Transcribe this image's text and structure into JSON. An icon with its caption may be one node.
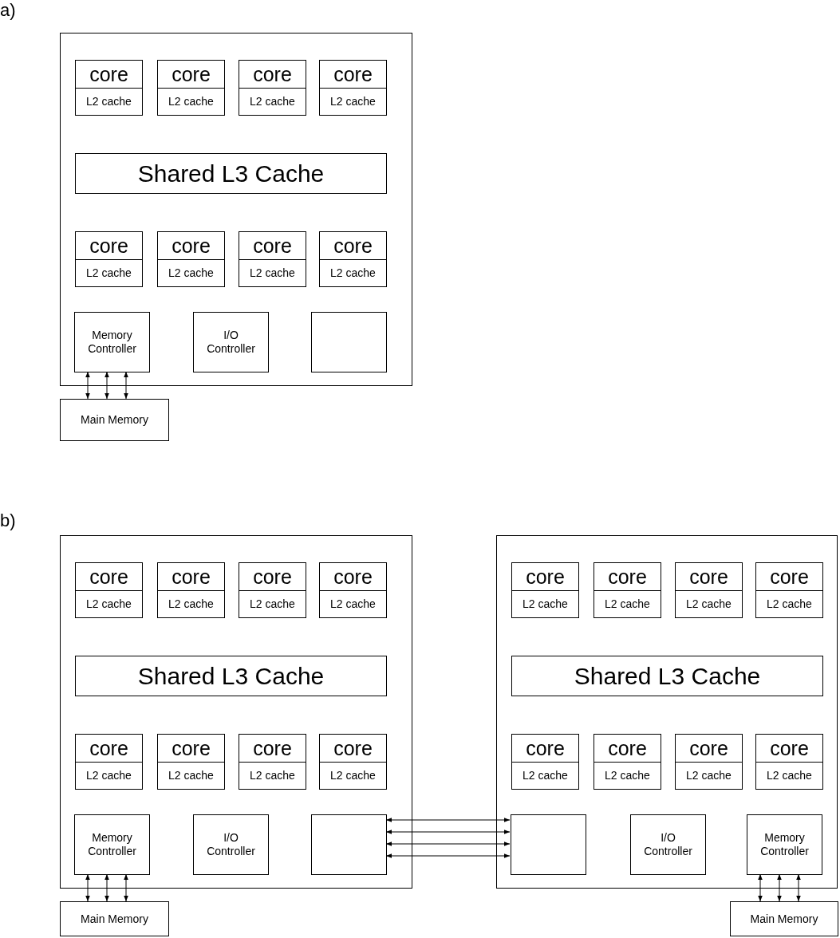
{
  "diagram": {
    "nodes": [
      {
        "text": [],
        "shape": "box"
      },
      {
        "text": [
          "core",
          "L2 cache"
        ],
        "in": 0
      },
      {
        "text": [
          "core",
          "L2 cache"
        ],
        "in": 0
      },
      {
        "text": [
          "core",
          "L2 cache"
        ],
        "in": 0
      },
      {
        "text": [
          "core",
          "L2 cache"
        ],
        "in": 0
      },
      {
        "text": [
          "Shared L3 Cache"
        ],
        "in": 0
      },
      {
        "text": [
          "core",
          "L2 cache"
        ],
        "in": 0
      },
      {
        "text": [
          "core",
          "L2 cache"
        ],
        "in": 0
      },
      {
        "text": [
          "core",
          "L2 cache"
        ],
        "in": 0
      },
      {
        "text": [
          "core",
          "L2 cache"
        ],
        "in": 0
      },
      {
        "text": [
          "Memory Controller"
        ],
        "in": 0
      },
      {
        "text": [
          "I/O Controller"
        ],
        "in": 0
      },
      {
        "text": [],
        "shape": "box",
        "in": 0
      },
      {
        "text": [
          "Main Memory"
        ]
      },
      {
        "text": [],
        "shape": "box"
      },
      {
        "text": [
          "core",
          "L2 cache"
        ],
        "in": 14
      },
      {
        "text": [
          "core",
          "L2 cache"
        ],
        "in": 14
      },
      {
        "text": [
          "core",
          "L2 cache"
        ],
        "in": 14
      },
      {
        "text": [
          "core",
          "L2 cache"
        ],
        "in": 14
      },
      {
        "text": [
          "Shared L3 Cache"
        ],
        "in": 14
      },
      {
        "text": [
          "core",
          "L2 cache"
        ],
        "in": 14
      },
      {
        "text": [
          "core",
          "L2 cache"
        ],
        "in": 14
      },
      {
        "text": [
          "core",
          "L2 cache"
        ],
        "in": 14
      },
      {
        "text": [
          "core",
          "L2 cache"
        ],
        "in": 14
      },
      {
        "text": [
          "Memory Controller"
        ],
        "in": 14
      },
      {
        "text": [
          "I/O Controller"
        ],
        "in": 14
      },
      {
        "text": [],
        "shape": "box",
        "in": 14
      },
      {
        "text": [
          "Main Memory"
        ]
      },
      {
        "text": [],
        "shape": "box"
      },
      {
        "text": [
          "core",
          "L2 cache"
        ],
        "in": 28
      },
      {
        "text": [
          "core",
          "L2 cache"
        ],
        "in": 28
      },
      {
        "text": [
          "core",
          "L2 cache"
        ],
        "in": 28
      },
      {
        "text": [
          "core",
          "L2 cache"
        ],
        "in": 28
      },
      {
        "text": [
          "Shared L3 Cache"
        ],
        "in": 28
      },
      {
        "text": [
          "core",
          "L2 cache"
        ],
        "in": 28
      },
      {
        "text": [
          "core",
          "L2 cache"
        ],
        "in": 28
      },
      {
        "text": [
          "core",
          "L2 cache"
        ],
        "in": 28
      },
      {
        "text": [
          "core",
          "L2 cache"
        ],
        "in": 28
      },
      {
        "text": [],
        "shape": "box",
        "in": 28
      },
      {
        "text": [
          "I/O Controller"
        ],
        "in": 28
      },
      {
        "text": [
          "Memory Controller"
        ],
        "in": 28
      },
      {
        "text": [
          "Main Memory"
        ]
      }
    ],
    "edges": [
      {
        "from": 10,
        "to": 13,
        "arrow": "both"
      },
      {
        "from": 10,
        "to": 13,
        "arrow": "both"
      },
      {
        "from": 10,
        "to": 13,
        "arrow": "both"
      },
      {
        "from": 24,
        "to": 27,
        "arrow": "both"
      },
      {
        "from": 24,
        "to": 27,
        "arrow": "both"
      },
      {
        "from": 24,
        "to": 27,
        "arrow": "both"
      },
      {
        "from": 26,
        "to": 38,
        "arrow": "both"
      },
      {
        "from": 26,
        "to": 38,
        "arrow": "both"
      },
      {
        "from": 26,
        "to": 38,
        "arrow": "both"
      },
      {
        "from": 26,
        "to": 38,
        "arrow": "both"
      },
      {
        "from": 40,
        "to": 41,
        "arrow": "both"
      },
      {
        "from": 40,
        "to": 41,
        "arrow": "both"
      },
      {
        "from": 40,
        "to": 41,
        "arrow": "both"
      }
    ],
    "labels": [
      "a)",
      "b)"
    ]
  }
}
